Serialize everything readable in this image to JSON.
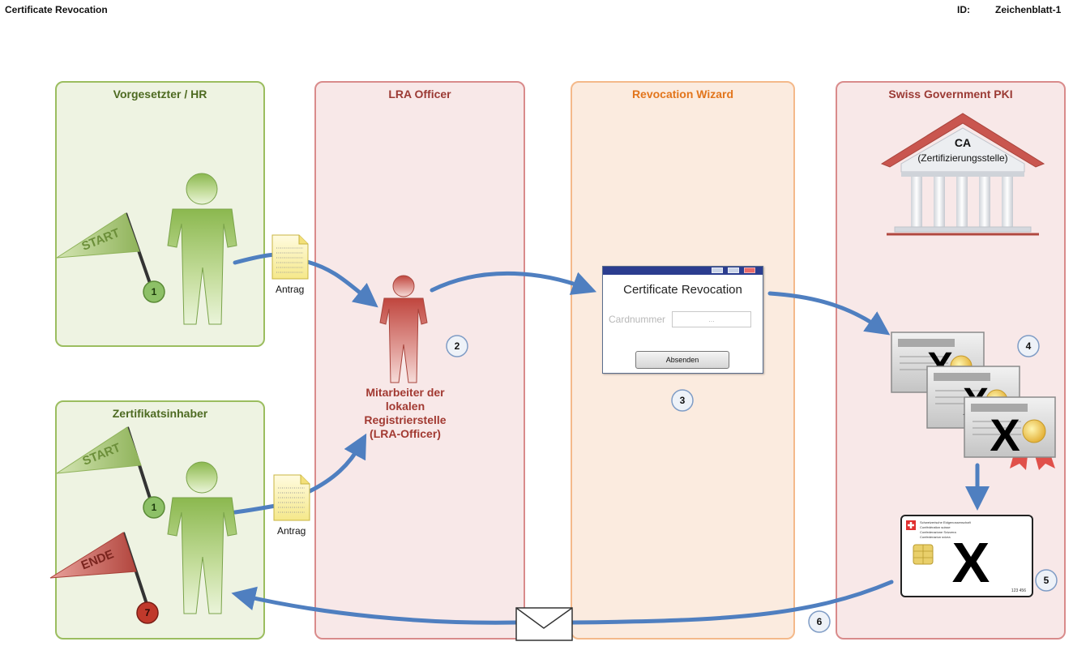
{
  "header": {
    "title": "Certificate Revocation",
    "id_label": "ID:",
    "id_value": "Zeichenblatt-1"
  },
  "lanes": {
    "hr": {
      "title": "Vorgesetzter / HR"
    },
    "holder": {
      "title": "Zertifikatsinhaber"
    },
    "lra": {
      "title": "LRA Officer"
    },
    "wizard": {
      "title": "Revocation Wizard"
    },
    "pki": {
      "title": "Swiss Government PKI"
    }
  },
  "flags": {
    "start_hr": "START",
    "start_holder": "START",
    "end_holder": "ENDE"
  },
  "documents": {
    "antrag_hr": "Antrag",
    "antrag_holder": "Antrag"
  },
  "officer": {
    "line1": "Mitarbeiter der",
    "line2": "lokalen",
    "line3": "Registrierstelle",
    "line4": "(LRA-Officer)"
  },
  "wizard_window": {
    "title": "Certificate Revocation",
    "field_label": "Cardnummer",
    "field_placeholder": "...",
    "submit_label": "Absenden"
  },
  "ca": {
    "title": "CA",
    "subtitle": "(Zertifizierungsstelle)"
  },
  "revoked_mark": "X",
  "smartcard": {
    "line1": "Schweizerische Eidgenossenschaft",
    "line2": "Confédération suisse",
    "line3": "Confederazione Svizzera",
    "line4": "Confederaziun svizra",
    "number": "123 456"
  },
  "steps": {
    "s1a": "1",
    "s1b": "1",
    "s2": "2",
    "s3": "3",
    "s4": "4",
    "s5": "5",
    "s6": "6",
    "s7": "7"
  },
  "colors": {
    "hr_lane_fill": "#eef3e2",
    "hr_lane_border": "#9bbd5f",
    "hr_title": "#4d6a21",
    "lra_lane_fill": "#f8e8e8",
    "lra_lane_border": "#d98b8b",
    "lra_title": "#9b3a34",
    "wizard_lane_fill": "#fbebdf",
    "wizard_lane_border": "#f4b98a",
    "wizard_title": "#e2751c",
    "arrow": "#4f7fc0",
    "badge_green": "#8dc067",
    "badge_red": "#c0392b",
    "badge_white": "#eef2f8"
  }
}
